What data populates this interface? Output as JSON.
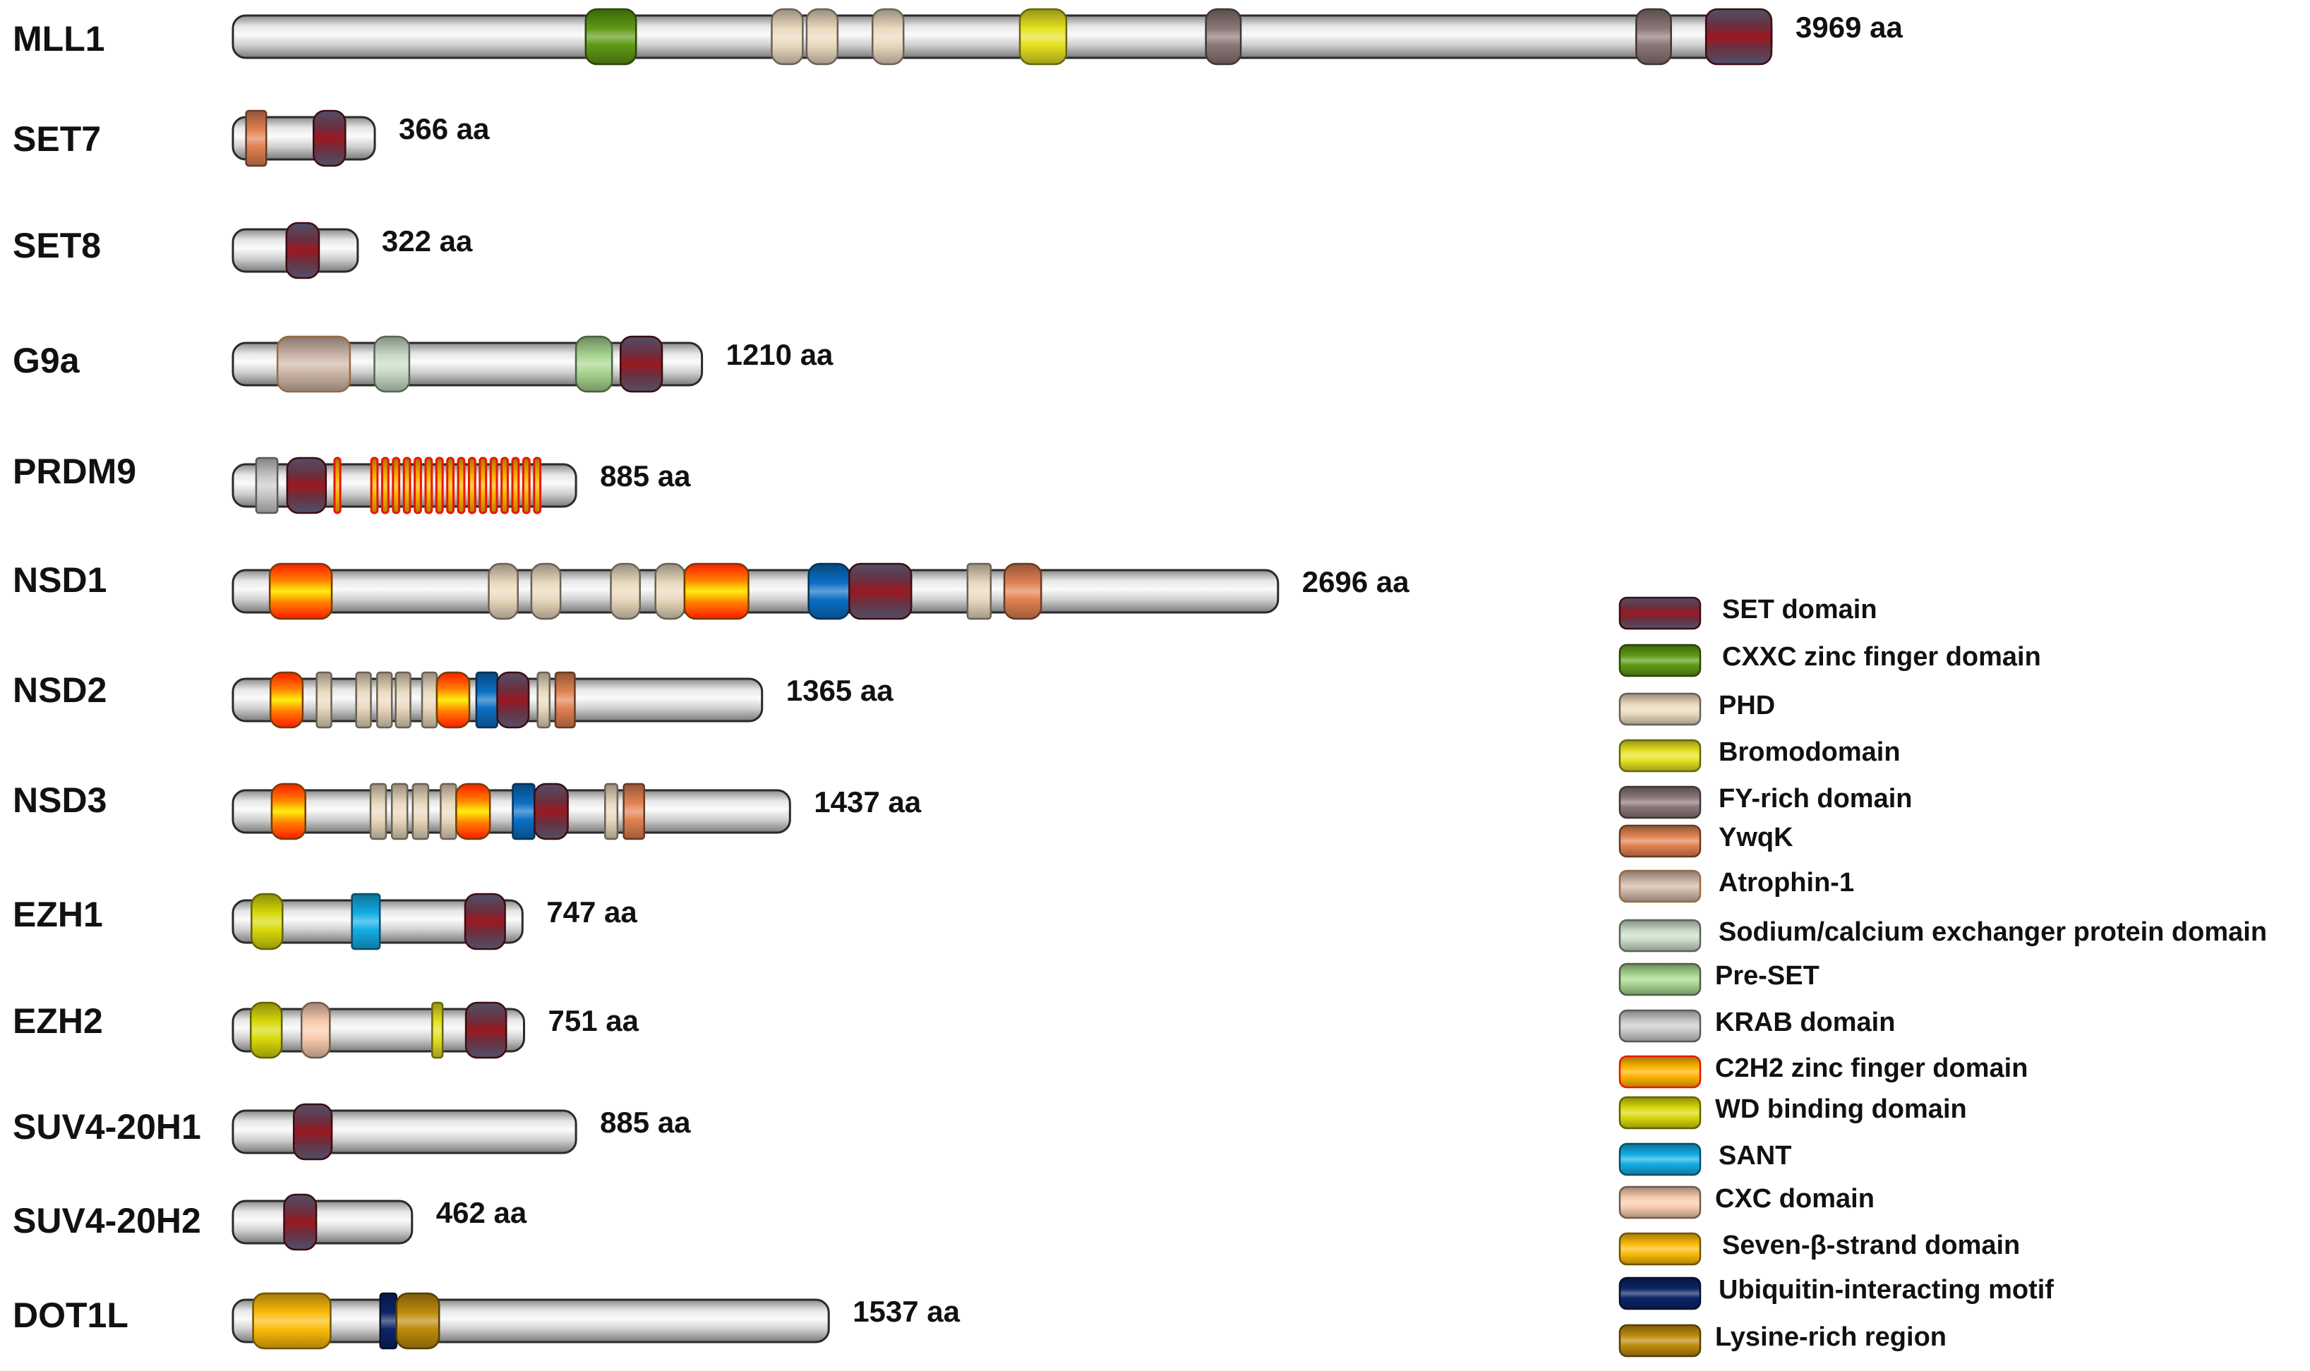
{
  "colors": {
    "set": "#8a1a24",
    "cxxc": "#5e9a14",
    "phd": "#ead9be",
    "bromo": "#e6e222",
    "fy": "#8c7777",
    "ywqk": "#e28252",
    "atrophin": "#cdb6a8",
    "sodium": "#c8dcc6",
    "preset": "#a8d590",
    "krab": "#c9c9c9",
    "c2h2": "#ffb400",
    "wd": "#d9d90c",
    "sant": "#12aee6",
    "cxc": "#f8cbae",
    "seven": "#fcbb0a",
    "uim": "#0c2466",
    "lysine": "#be8c0c",
    "awsgold": "#ff8a00",
    "awsblue": "#0b6fc4"
  },
  "proteins": [
    {
      "name": "MLL1",
      "length_label": "3969 aa",
      "length": 3969,
      "domains": [
        {
          "type": "cxxc",
          "start": 910,
          "end": 1040
        },
        {
          "type": "phd",
          "start": 1390,
          "end": 1470
        },
        {
          "type": "phd",
          "start": 1480,
          "end": 1560
        },
        {
          "type": "phd",
          "start": 1650,
          "end": 1730
        },
        {
          "type": "bromo",
          "start": 2030,
          "end": 2150
        },
        {
          "type": "fy",
          "start": 2510,
          "end": 2600
        },
        {
          "type": "fy",
          "start": 3620,
          "end": 3710
        },
        {
          "type": "set",
          "start": 3800,
          "end": 3969
        }
      ]
    },
    {
      "name": "SET7",
      "length_label": "366 aa",
      "length": 366,
      "domains": [
        {
          "type": "ywqk",
          "start": 34,
          "end": 86
        },
        {
          "type": "set",
          "start": 208,
          "end": 290
        }
      ]
    },
    {
      "name": "SET8",
      "length_label": "322 aa",
      "length": 322,
      "domains": [
        {
          "type": "set",
          "start": 138,
          "end": 222
        }
      ]
    },
    {
      "name": "G9a",
      "length_label": "1210 aa",
      "length": 1210,
      "domains": [
        {
          "type": "atrophin",
          "start": 115,
          "end": 302
        },
        {
          "type": "sodium",
          "start": 365,
          "end": 455
        },
        {
          "type": "preset",
          "start": 885,
          "end": 978
        },
        {
          "type": "set",
          "start": 1000,
          "end": 1107
        }
      ]
    },
    {
      "name": "PRDM9",
      "length_label": "885 aa",
      "length": 885,
      "domains": [
        {
          "type": "krab",
          "start": 60,
          "end": 115
        },
        {
          "type": "set",
          "start": 140,
          "end": 240
        },
        {
          "type": "c2h2",
          "start": 262,
          "end": 277
        },
        {
          "type": "c2h2",
          "start": 357,
          "end": 373
        },
        {
          "type": "c2h2",
          "start": 385,
          "end": 401
        },
        {
          "type": "c2h2",
          "start": 413,
          "end": 429
        },
        {
          "type": "c2h2",
          "start": 441,
          "end": 457
        },
        {
          "type": "c2h2",
          "start": 469,
          "end": 485
        },
        {
          "type": "c2h2",
          "start": 497,
          "end": 513
        },
        {
          "type": "c2h2",
          "start": 525,
          "end": 541
        },
        {
          "type": "c2h2",
          "start": 553,
          "end": 569
        },
        {
          "type": "c2h2",
          "start": 581,
          "end": 597
        },
        {
          "type": "c2h2",
          "start": 609,
          "end": 625
        },
        {
          "type": "c2h2",
          "start": 637,
          "end": 653
        },
        {
          "type": "c2h2",
          "start": 665,
          "end": 681
        },
        {
          "type": "c2h2",
          "start": 693,
          "end": 709
        },
        {
          "type": "c2h2",
          "start": 721,
          "end": 737
        },
        {
          "type": "c2h2",
          "start": 749,
          "end": 765
        },
        {
          "type": "c2h2",
          "start": 777,
          "end": 793
        }
      ]
    },
    {
      "name": "NSD1",
      "length_label": "2696 aa",
      "length": 2696,
      "domains": [
        {
          "type": "awsgold",
          "start": 95,
          "end": 255
        },
        {
          "type": "phd",
          "start": 660,
          "end": 735
        },
        {
          "type": "phd",
          "start": 770,
          "end": 845
        },
        {
          "type": "phd",
          "start": 975,
          "end": 1050
        },
        {
          "type": "phd",
          "start": 1090,
          "end": 1165
        },
        {
          "type": "awsgold",
          "start": 1165,
          "end": 1330
        },
        {
          "type": "awsblue",
          "start": 1485,
          "end": 1590
        },
        {
          "type": "set",
          "start": 1590,
          "end": 1750
        },
        {
          "type": "phd",
          "start": 1895,
          "end": 1955
        },
        {
          "type": "ywqk",
          "start": 1990,
          "end": 2085
        }
      ]
    },
    {
      "name": "NSD2",
      "length_label": "1365 aa",
      "length": 1365,
      "domains": [
        {
          "type": "awsgold",
          "start": 97,
          "end": 180
        },
        {
          "type": "phd",
          "start": 216,
          "end": 254
        },
        {
          "type": "phd",
          "start": 318,
          "end": 356
        },
        {
          "type": "phd",
          "start": 372,
          "end": 410
        },
        {
          "type": "phd",
          "start": 420,
          "end": 458
        },
        {
          "type": "phd",
          "start": 488,
          "end": 526
        },
        {
          "type": "awsgold",
          "start": 526,
          "end": 610
        },
        {
          "type": "awsblue",
          "start": 628,
          "end": 682
        },
        {
          "type": "set",
          "start": 682,
          "end": 763
        },
        {
          "type": "phd",
          "start": 786,
          "end": 817
        },
        {
          "type": "ywqk",
          "start": 832,
          "end": 882
        }
      ]
    },
    {
      "name": "NSD3",
      "length_label": "1437 aa",
      "length": 1437,
      "domains": [
        {
          "type": "awsgold",
          "start": 100,
          "end": 187
        },
        {
          "type": "phd",
          "start": 355,
          "end": 395
        },
        {
          "type": "phd",
          "start": 410,
          "end": 450
        },
        {
          "type": "phd",
          "start": 464,
          "end": 504
        },
        {
          "type": "phd",
          "start": 536,
          "end": 576
        },
        {
          "type": "awsgold",
          "start": 576,
          "end": 663
        },
        {
          "type": "awsblue",
          "start": 722,
          "end": 778
        },
        {
          "type": "set",
          "start": 778,
          "end": 864
        },
        {
          "type": "phd",
          "start": 960,
          "end": 992
        },
        {
          "type": "ywqk",
          "start": 1008,
          "end": 1061
        }
      ]
    },
    {
      "name": "EZH1",
      "length_label": "747 aa",
      "length": 747,
      "domains": [
        {
          "type": "wd",
          "start": 48,
          "end": 128
        },
        {
          "type": "sant",
          "start": 307,
          "end": 379
        },
        {
          "type": "set",
          "start": 599,
          "end": 702
        }
      ]
    },
    {
      "name": "EZH2",
      "length_label": "751 aa",
      "length": 751,
      "domains": [
        {
          "type": "wd",
          "start": 46,
          "end": 126
        },
        {
          "type": "cxc",
          "start": 177,
          "end": 250
        },
        {
          "type": "bromo",
          "start": 514,
          "end": 541
        },
        {
          "type": "set",
          "start": 601,
          "end": 705
        }
      ]
    },
    {
      "name": "SUV4-20H1",
      "length_label": "885 aa",
      "length": 885,
      "domains": [
        {
          "type": "set",
          "start": 157,
          "end": 255
        }
      ]
    },
    {
      "name": "SUV4-20H2",
      "length_label": "462 aa",
      "length": 462,
      "domains": [
        {
          "type": "set",
          "start": 132,
          "end": 215
        }
      ]
    },
    {
      "name": "DOT1L",
      "length_label": "1537 aa",
      "length": 1537,
      "domains": [
        {
          "type": "seven",
          "start": 52,
          "end": 252
        },
        {
          "type": "uim",
          "start": 380,
          "end": 422
        },
        {
          "type": "lysine",
          "start": 422,
          "end": 532
        }
      ]
    }
  ],
  "legend": [
    {
      "type": "set",
      "label": "SET domain"
    },
    {
      "type": "cxxc",
      "label": "CXXC zinc finger domain"
    },
    {
      "type": "phd",
      "label": "PHD"
    },
    {
      "type": "bromo",
      "label": "Bromodomain"
    },
    {
      "type": "fy",
      "label": "FY-rich domain"
    },
    {
      "type": "ywqk",
      "label": "YwqK"
    },
    {
      "type": "atrophin",
      "label": "Atrophin-1"
    },
    {
      "type": "sodium",
      "label": "Sodium/calcium exchanger protein domain"
    },
    {
      "type": "preset",
      "label": "Pre-SET"
    },
    {
      "type": "krab",
      "label": "KRAB domain"
    },
    {
      "type": "c2h2",
      "label": "C2H2 zinc finger domain"
    },
    {
      "type": "wd",
      "label": "WD binding domain"
    },
    {
      "type": "sant",
      "label": "SANT"
    },
    {
      "type": "cxc",
      "label": "CXC domain"
    },
    {
      "type": "seven",
      "label": "Seven-β-strand domain"
    },
    {
      "type": "uim",
      "label": "Ubiquitin-interacting motif"
    },
    {
      "type": "lysine",
      "label": "Lysine-rich region"
    }
  ]
}
